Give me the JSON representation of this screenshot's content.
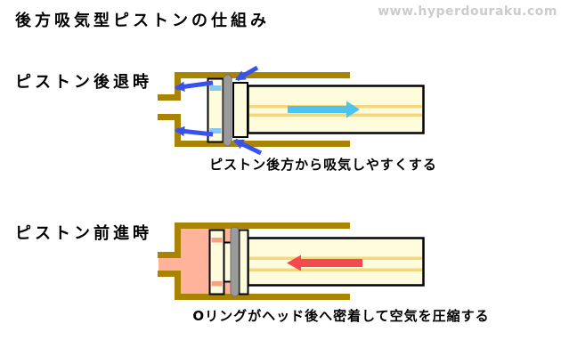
{
  "header": {
    "title": "後方吸気型ピストンの仕組み",
    "watermark": "www.hyperdouraku.com"
  },
  "diagrams": [
    {
      "label": "ピストン後退時",
      "caption": "ピストン後方から吸気しやすくする",
      "motion_arrow_direction": "right",
      "air_flow_arrows": "blue arrows flowing left past O-ring into cylinder"
    },
    {
      "label": "ピストン前進時",
      "caption": "Oリングがヘッド後へ密着して空気を圧縮する",
      "motion_arrow_direction": "left",
      "compressed_air": "pink filled chamber and nozzle"
    }
  ],
  "colors": {
    "cylinder_gold": "#A88402",
    "piston_cream": "#FFFCDE",
    "rod_stripe_gold": "#F4D67C",
    "head_stripe_blue": "#85C6F2",
    "head_stripe_salmon": "#FA9E84",
    "oring_gray": "#9B9B9B",
    "oring_edge": "#6E6E6E",
    "motion_arrow_cyan": "#4CC4F2",
    "motion_arrow_red": "#F4494E",
    "airflow_arrow_blue": "#3A52E8",
    "compressed_air_salmon": "#FFB39A",
    "outline_black": "#000000",
    "watermark_gray": "#CCCCCC"
  }
}
